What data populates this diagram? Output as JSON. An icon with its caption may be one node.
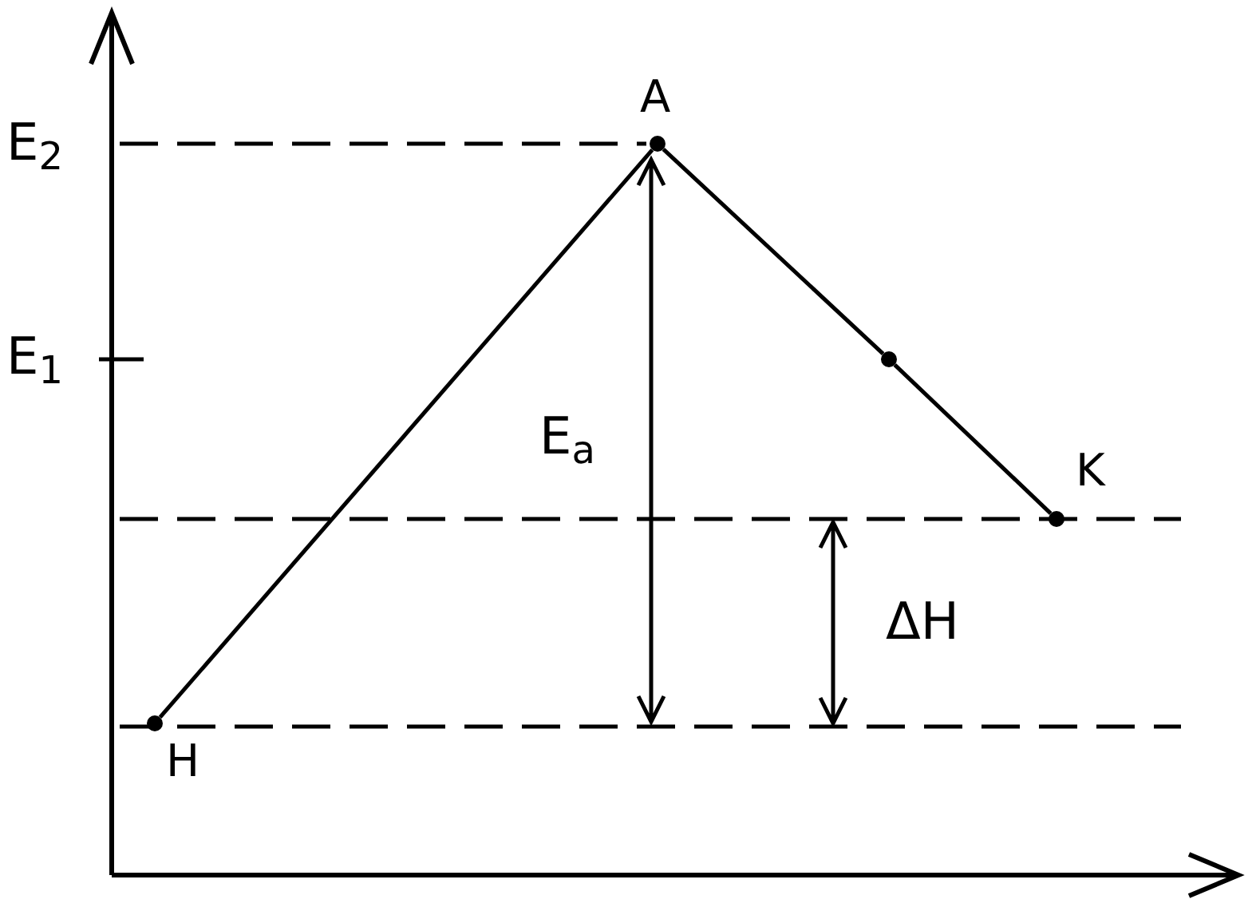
{
  "diagram": {
    "nodes": [
      {
        "text": [
          "H"
        ]
      },
      {
        "text": [
          "A"
        ]
      },
      {
        "text": [],
        "shape": "circle"
      },
      {
        "text": [
          "K"
        ]
      }
    ],
    "edges": [
      {
        "from": 0,
        "to": 1,
        "arrow": "none"
      },
      {
        "from": 1,
        "to": 2,
        "arrow": "none"
      },
      {
        "from": 2,
        "to": 3,
        "arrow": "none"
      }
    ],
    "labels": [
      "E$_{2}$",
      "E$_{1}$",
      "E$_{a}$",
      "ΔH"
    ]
  }
}
